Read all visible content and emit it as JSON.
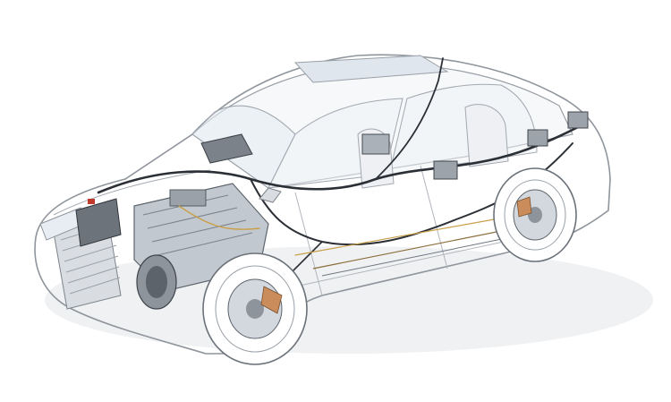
{
  "figure": {
    "subject": "phantom-view-car-illustration",
    "palette": {
      "background": "#ffffff",
      "body_outline": "#8f959c",
      "glass": "#eef2f6",
      "harness": "#2b2f36",
      "harness_accent": "#c9a04a",
      "metal": "#b8bec6",
      "metal_dark": "#6f7780",
      "copper": "#c98c5a",
      "shadow": "#e6e8eb"
    },
    "components": [
      "front-wheel",
      "rear-wheel",
      "engine-block",
      "wiring-harness",
      "brake-disc-front",
      "brake-disc-rear",
      "radiator",
      "alternator",
      "battery",
      "dashboard-module",
      "seat-front",
      "seat-rear",
      "sunroof",
      "fuel-lines"
    ]
  }
}
